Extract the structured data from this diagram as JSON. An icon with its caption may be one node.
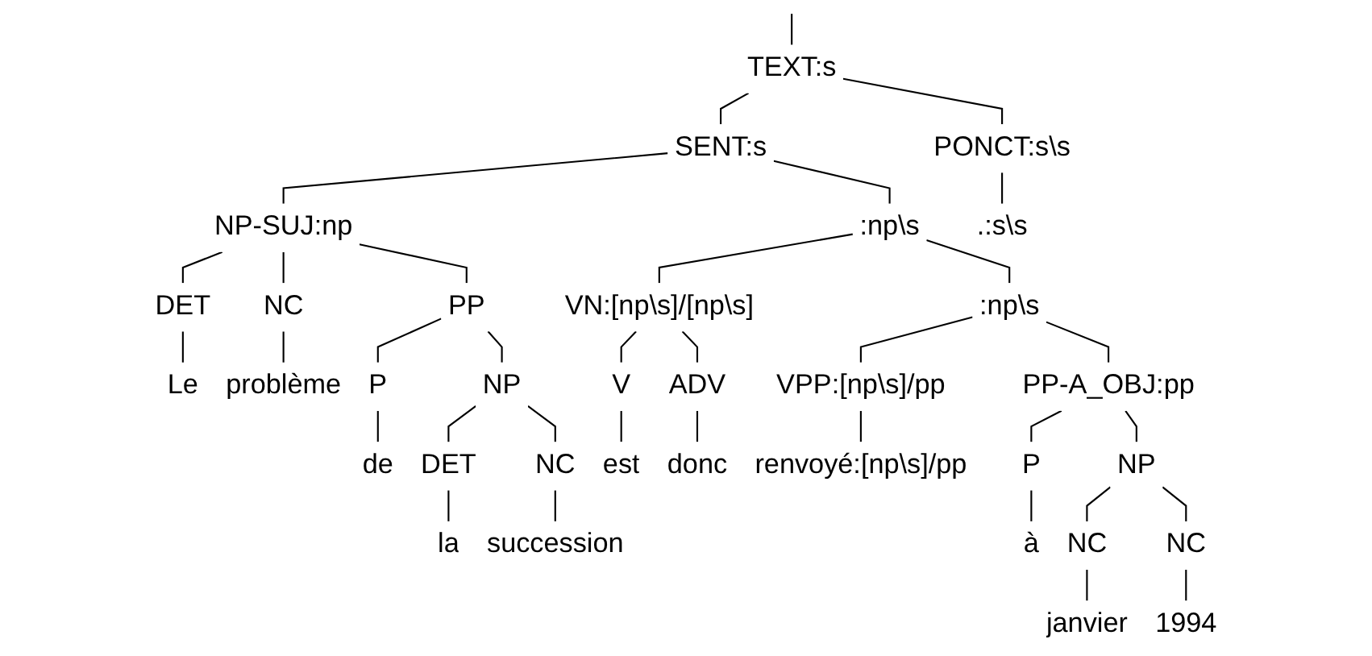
{
  "diagram": {
    "nodes": [
      {
        "text": [
          "TEXT:s"
        ]
      },
      {
        "text": [
          "SENT:s"
        ]
      },
      {
        "text": [
          "PONCT:s\\s"
        ]
      },
      {
        "text": [
          "NP-SUJ:np"
        ]
      },
      {
        "text": [
          ":np\\s"
        ]
      },
      {
        "text": [
          ".:s\\s"
        ]
      },
      {
        "text": [
          "DET"
        ]
      },
      {
        "text": [
          "NC"
        ]
      },
      {
        "text": [
          "PP"
        ]
      },
      {
        "text": [
          "VN:[np\\s]/[np\\s]"
        ]
      },
      {
        "text": [
          ":np\\s"
        ]
      },
      {
        "text": [
          "Le"
        ]
      },
      {
        "text": [
          "problème"
        ]
      },
      {
        "text": [
          "P"
        ]
      },
      {
        "text": [
          "NP"
        ]
      },
      {
        "text": [
          "V"
        ]
      },
      {
        "text": [
          "ADV"
        ]
      },
      {
        "text": [
          "VPP:[np\\s]/pp"
        ]
      },
      {
        "text": [
          "PP-A_OBJ:pp"
        ]
      },
      {
        "text": [
          "de"
        ]
      },
      {
        "text": [
          "DET"
        ]
      },
      {
        "text": [
          "NC"
        ]
      },
      {
        "text": [
          "est"
        ]
      },
      {
        "text": [
          "donc"
        ]
      },
      {
        "text": [
          "renvoyé:[np\\s]/pp"
        ]
      },
      {
        "text": [
          "P"
        ]
      },
      {
        "text": [
          "NP"
        ]
      },
      {
        "text": [
          "la"
        ]
      },
      {
        "text": [
          "succession"
        ]
      },
      {
        "text": [
          "à"
        ]
      },
      {
        "text": [
          "NC"
        ]
      },
      {
        "text": [
          "NC"
        ]
      },
      {
        "text": [
          "janvier"
        ]
      },
      {
        "text": [
          "1994"
        ]
      }
    ],
    "edges": [
      {
        "from": null,
        "to": 0,
        "arrow": "none"
      },
      {
        "from": 0,
        "to": 1,
        "arrow": "none"
      },
      {
        "from": 0,
        "to": 2,
        "arrow": "none"
      },
      {
        "from": 1,
        "to": 3,
        "arrow": "none"
      },
      {
        "from": 1,
        "to": 4,
        "arrow": "none"
      },
      {
        "from": 2,
        "to": 5,
        "arrow": "none"
      },
      {
        "from": 3,
        "to": 6,
        "arrow": "none"
      },
      {
        "from": 3,
        "to": 7,
        "arrow": "none"
      },
      {
        "from": 3,
        "to": 8,
        "arrow": "none"
      },
      {
        "from": 4,
        "to": 9,
        "arrow": "none"
      },
      {
        "from": 4,
        "to": 10,
        "arrow": "none"
      },
      {
        "from": 6,
        "to": 11,
        "arrow": "none"
      },
      {
        "from": 7,
        "to": 12,
        "arrow": "none"
      },
      {
        "from": 8,
        "to": 13,
        "arrow": "none"
      },
      {
        "from": 8,
        "to": 14,
        "arrow": "none"
      },
      {
        "from": 9,
        "to": 15,
        "arrow": "none"
      },
      {
        "from": 9,
        "to": 16,
        "arrow": "none"
      },
      {
        "from": 10,
        "to": 17,
        "arrow": "none"
      },
      {
        "from": 10,
        "to": 18,
        "arrow": "none"
      },
      {
        "from": 13,
        "to": 19,
        "arrow": "none"
      },
      {
        "from": 14,
        "to": 20,
        "arrow": "none"
      },
      {
        "from": 14,
        "to": 21,
        "arrow": "none"
      },
      {
        "from": 15,
        "to": 22,
        "arrow": "none"
      },
      {
        "from": 16,
        "to": 23,
        "arrow": "none"
      },
      {
        "from": 17,
        "to": 24,
        "arrow": "none"
      },
      {
        "from": 18,
        "to": 25,
        "arrow": "none"
      },
      {
        "from": 18,
        "to": 26,
        "arrow": "none"
      },
      {
        "from": 20,
        "to": 27,
        "arrow": "none"
      },
      {
        "from": 21,
        "to": 28,
        "arrow": "none"
      },
      {
        "from": 25,
        "to": 29,
        "arrow": "none"
      },
      {
        "from": 26,
        "to": 30,
        "arrow": "none"
      },
      {
        "from": 26,
        "to": 31,
        "arrow": "none"
      },
      {
        "from": 30,
        "to": 32,
        "arrow": "none"
      },
      {
        "from": 31,
        "to": 33,
        "arrow": "none"
      }
    ]
  }
}
